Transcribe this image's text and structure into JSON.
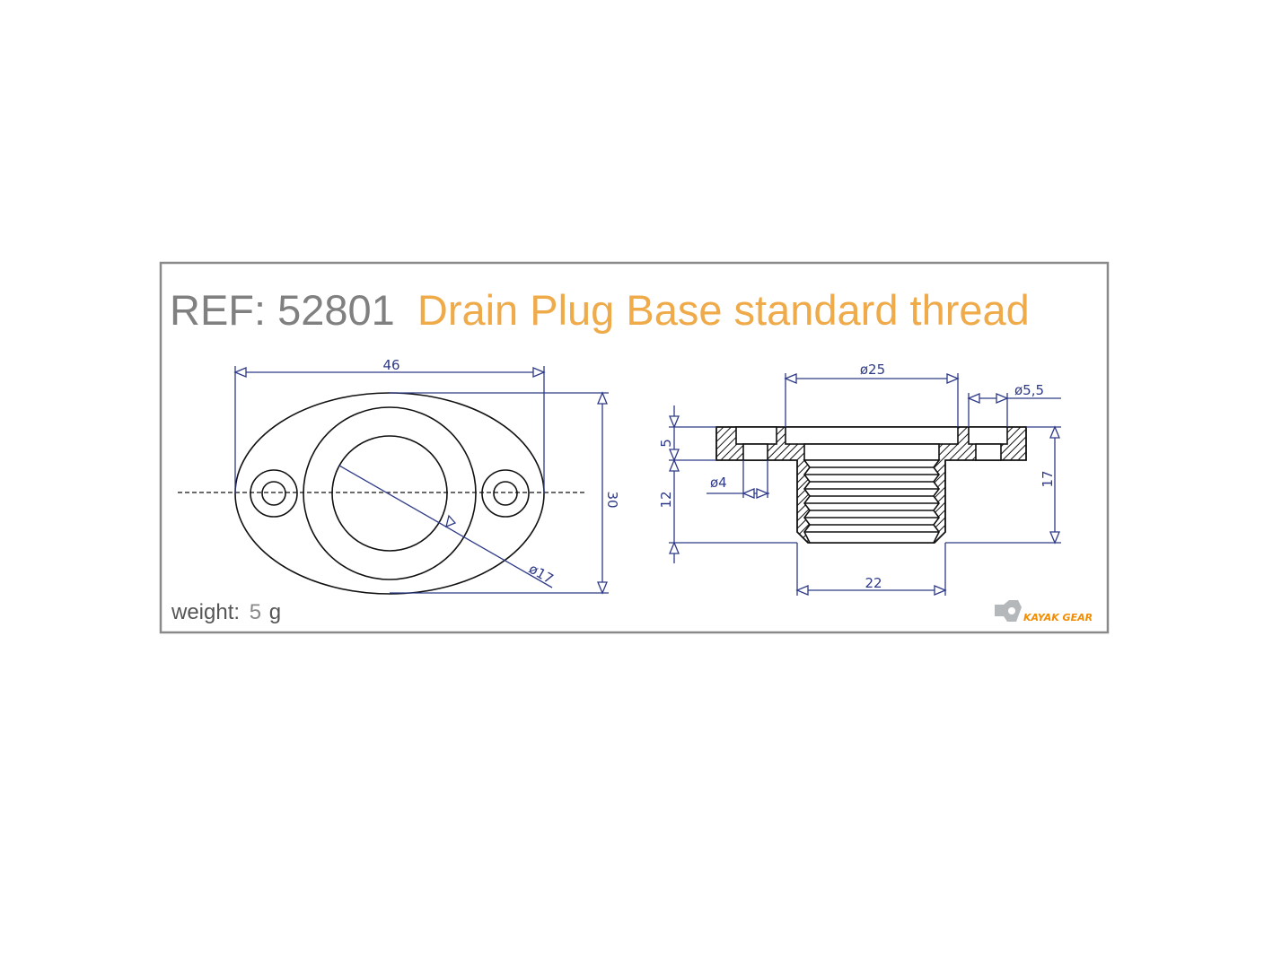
{
  "title": {
    "ref": "REF: 52801",
    "name": "Drain Plug Base standard thread"
  },
  "weight": {
    "label": "weight:",
    "value": "5",
    "unit": "g"
  },
  "logo": {
    "text": "KAYAK GEAR"
  },
  "top_view": {
    "width": "46",
    "height": "30",
    "hole_diameter": "ø17"
  },
  "section_view": {
    "flange_diameter": "ø25",
    "hole_diameter_top": "ø5,5",
    "hole_diameter_bottom": "ø4",
    "flange_height": "5",
    "thread_length": "12",
    "total_height": "17",
    "thread_diameter": "22"
  },
  "colors": {
    "accent": "#efaa4a",
    "ref": "#808080",
    "dimension": "#2e3a87",
    "frame": "#8a8a8a"
  }
}
